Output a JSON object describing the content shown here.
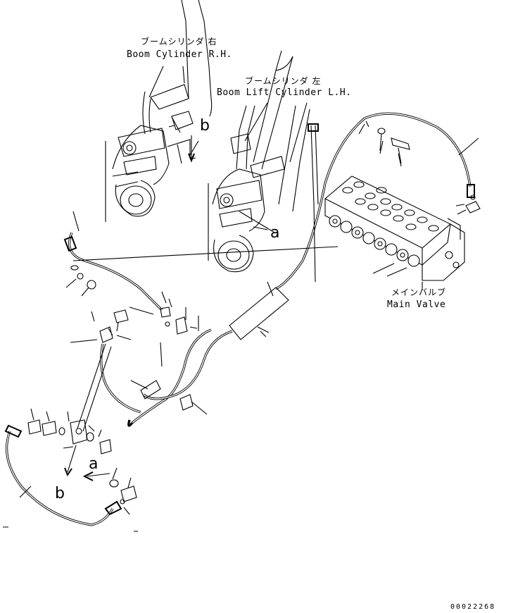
{
  "labels": {
    "boom_rh_jp": "ブームシリンダ 右",
    "boom_rh_en": "Boom Cylinder R.H.",
    "boom_lh_jp": "ブームシリンダ 左",
    "boom_lh_en": "Boom Lift Cylinder L.H.",
    "main_valve_jp": "メインバルブ",
    "main_valve_en": "Main Valve"
  },
  "callouts": {
    "a_upper": "a",
    "a_lower": "a",
    "b_upper": "b",
    "b_lower": "b"
  },
  "drawing_code": "00022268"
}
